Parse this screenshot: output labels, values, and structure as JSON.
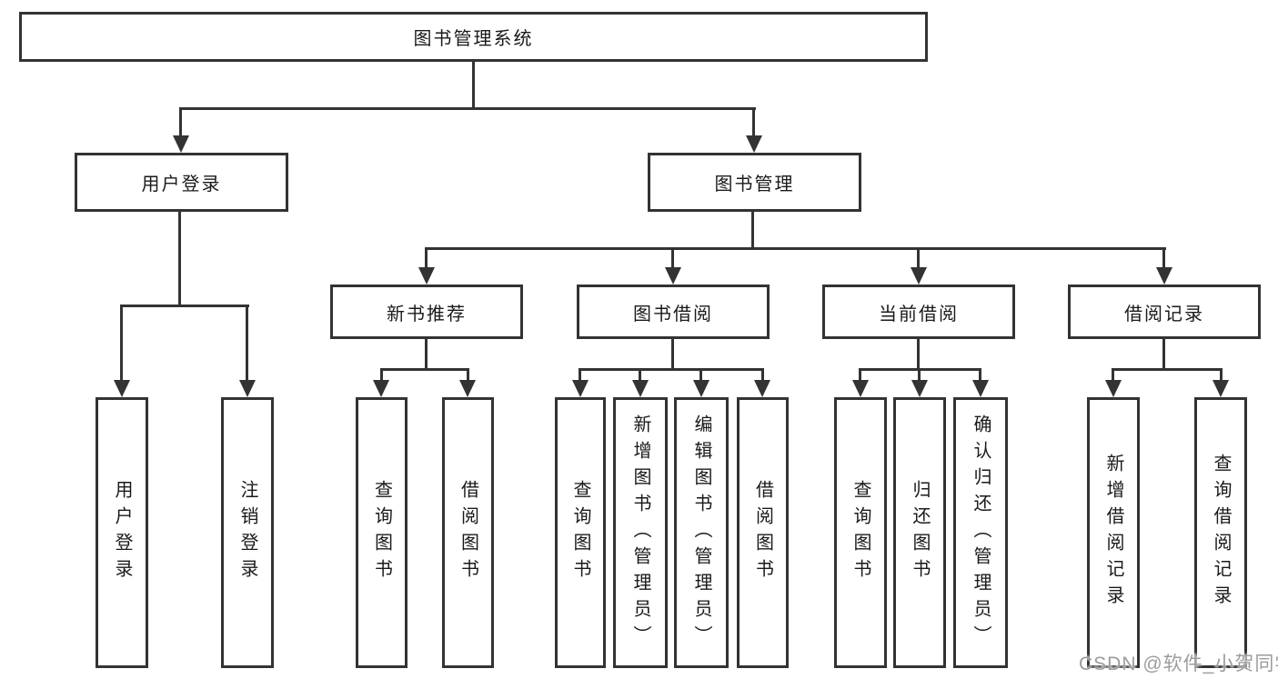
{
  "diagram": {
    "root": {
      "label": "图书管理系统"
    },
    "branches": [
      {
        "label": "用户登录",
        "children": [
          {
            "label": "用户登录"
          },
          {
            "label": "注销登录"
          }
        ]
      },
      {
        "label": "图书管理",
        "children": [
          {
            "label": "新书推荐",
            "children": [
              {
                "label": "查询图书"
              },
              {
                "label": "借阅图书"
              }
            ]
          },
          {
            "label": "图书借阅",
            "children": [
              {
                "label": "查询图书"
              },
              {
                "label": "新增图书（管理员）"
              },
              {
                "label": "编辑图书（管理员）"
              },
              {
                "label": "借阅图书"
              }
            ]
          },
          {
            "label": "当前借阅",
            "children": [
              {
                "label": "查询图书"
              },
              {
                "label": "归还图书"
              },
              {
                "label": "确认归还（管理员）"
              }
            ]
          },
          {
            "label": "借阅记录",
            "children": [
              {
                "label": "新增借阅记录"
              },
              {
                "label": "查询借阅记录"
              }
            ]
          }
        ]
      }
    ]
  },
  "watermark": {
    "text": "CSDN @软件_小贺同学",
    "color": "#9c9c9c"
  },
  "colors": {
    "line": "#333333",
    "text": "#1a1a1a",
    "background": "#ffffff"
  }
}
